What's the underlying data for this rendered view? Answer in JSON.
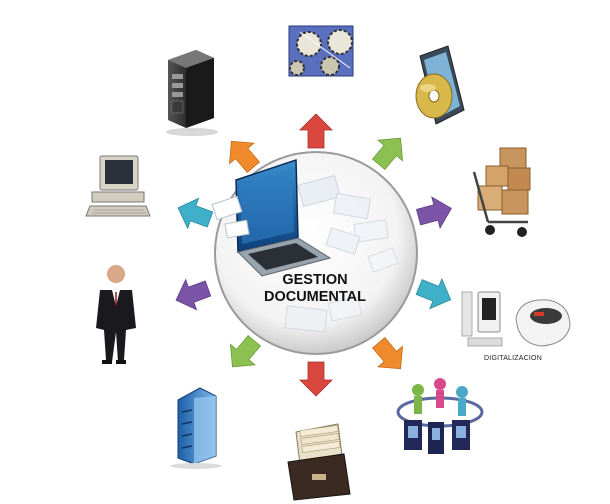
{
  "hub": {
    "title_line1": "GESTION",
    "title_line2": "DOCUMENTAL"
  },
  "labels": {
    "digitalizacion": "DIGITALIZACION"
  },
  "icons": [
    "server-tower-icon",
    "workflow-gears-icon",
    "optical-disc-icon",
    "boxes-hand-truck-icon",
    "scanner-devices-icon",
    "people-network-icon",
    "file-cabinet-icon",
    "office-building-icon",
    "businessman-icon",
    "desktop-computer-icon"
  ],
  "colors": {
    "red_arrow": "#d9473f",
    "green_arrow": "#8cc152",
    "purple_arrow": "#7b54a8",
    "teal_arrow": "#3fb0c8",
    "orange_arrow": "#f08a2c"
  }
}
